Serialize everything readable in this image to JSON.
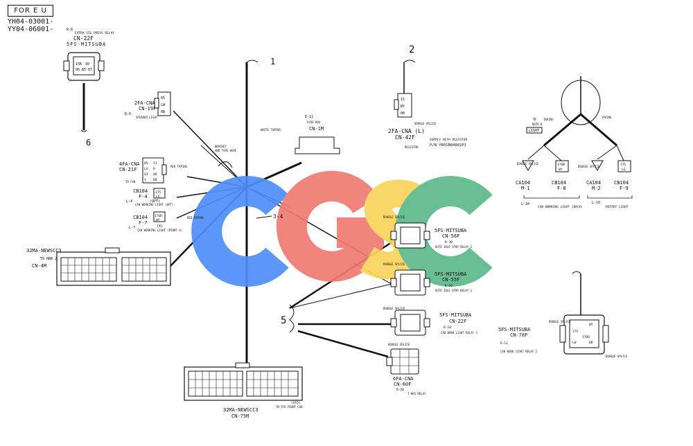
{
  "header": {
    "region_badge": "FOR E U",
    "serial_line_1": "YH04-03001-",
    "serial_line_2": "YY04-06001-"
  },
  "section_numbers": [
    "1",
    "2",
    "3-4",
    "5",
    "6"
  ],
  "watermark": {
    "text": "CGSC",
    "colors": [
      "#4f8ef7",
      "#f07b72",
      "#f8d35b",
      "#5cb88a"
    ]
  },
  "connectors": {
    "extra_sig_relay": {
      "ref": "R-8",
      "desc": "EXTRA SIG PRESS RELAY",
      "code": "CN-22F",
      "type": "5FS-MITSUBA",
      "pins": [
        "15B",
        "30",
        "86",
        "85",
        "87"
      ]
    },
    "speaker_light": {
      "ref": "R-6",
      "desc": "SPEAKER LIGHT",
      "code": "CN-19F",
      "type": "2FA-CNA",
      "pins": [
        "05",
        "LW",
        "0B"
      ]
    },
    "to_cab": {
      "desc": "TO CAB",
      "code": "CN-21F",
      "type": "4FA-CNA",
      "pins": [
        "0S",
        "Y1",
        "LG",
        "B",
        "54",
        "4B",
        "Y",
        "0B"
      ]
    },
    "cab_working_light_opt": {
      "ref": "CB104",
      "pin": "F-4",
      "loop": "L-4",
      "note": "(OPT)",
      "desc": "CAB WORKING LIGHT (OPT)",
      "wire": "175",
      "color": "LG"
    },
    "cab_working_light_front": {
      "ref": "CB104",
      "pin": "F-7",
      "loop": "L-7",
      "note": "(4)",
      "desc": "CAB WORKING LIGHT (FRONT 4)",
      "wire": "176B",
      "color": "WY"
    },
    "to_harness": {
      "type": "32MA-NEWSCC3",
      "code": "CN-4M",
      "desc": "TO HAR 2"
    },
    "fuse_box": {
      "ref": "E-11",
      "desc": "FUSE BOX",
      "code": "CN-1M"
    },
    "resistor": {
      "type": "2FA-CNA (L)",
      "code": "CN-42F",
      "desc": "RESISTOR",
      "note": "SUPPLY WITH RESISTOR",
      "pn": "P/N YR01B04002P1",
      "splice": "DOUBLE SPLICE",
      "pins": [
        "15",
        "BY",
        "0B"
      ]
    },
    "auto_idle_relay_2": {
      "type": "5FS-MITSUBA",
      "code": "CN-56F",
      "ref": "R-30",
      "desc": "AUTO IDLE STOP RELAY 2",
      "splice": "DOUBLE SPLICE"
    },
    "auto_idle_relay_1": {
      "type": "5FS-MITSUBA",
      "code": "CN-55F",
      "ref": "R-29",
      "desc": "AUTO IDLE STOP RELAY 1",
      "splice": "DOUBLE SPLICE"
    },
    "cab_work_light_relay_1": {
      "type": "5FS-MITSUBA",
      "code": "CN-22F",
      "ref": "R-10",
      "desc": "CAB WORK LIGHT RELAY 1",
      "splice": "DOUBLE SPLICE"
    },
    "horn_relay": {
      "type": "6FA-CNA",
      "code": "CN-60F",
      "ref": "R-30",
      "desc": "T-HRS RELAY",
      "splice": "DOUBLE SPLICE"
    },
    "to_std_front": {
      "type": "32MA-NEWSCC3",
      "code": "CN-75M",
      "desc": "TO STD FRONT CAB",
      "note": "(STD)"
    },
    "cab_work_light_relay_2": {
      "type": "5FS-MITSUBA",
      "code": "CN-78F",
      "ref": "R-11",
      "desc": "CAB WORK LIGHT RELAY 2",
      "splice": "DOUBLE SPLICE",
      "pins": [
        "WY",
        "175",
        "176B",
        "LW",
        "0B"
      ]
    }
  },
  "working_lights": {
    "taping_left": "TAPING",
    "taping_right": "TAPING",
    "note": "NOTE B",
    "light_tag": "LIGHT",
    "bullet": "B",
    "double_splice": "DOUBLE SPLICE",
    "items": [
      {
        "ref": "CA104",
        "pin": "M-1"
      },
      {
        "ref": "CB104",
        "pin": "F-8",
        "wire": "176B",
        "color": "WY"
      },
      {
        "ref": "CA104",
        "pin": "M-2"
      },
      {
        "ref": "CB104",
        "pin": "F-9",
        "wire": "175",
        "color": "LG"
      }
    ],
    "loop_left": "L-10",
    "loop_right": "L-10",
    "label_back": "CAB WORKING LIGHT (BACK)",
    "label_rotary": "ROTARY LIGHT"
  },
  "annotations": {
    "white_taping": "WHITE TAPING",
    "bracket": "BRACKET",
    "tape_here": "AND TAPE HERE",
    "red_taping_1": "RED TAPING",
    "red_taping_2": "RED TAPING"
  }
}
